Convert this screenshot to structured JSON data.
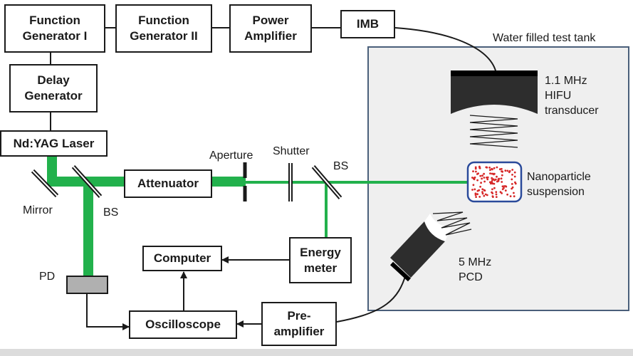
{
  "boxes": {
    "function_generator_1": "Function\nGenerator I",
    "function_generator_2": "Function\nGenerator II",
    "power_amplifier": "Power\nAmplifier",
    "imb": "IMB",
    "delay_generator": "Delay\nGenerator",
    "laser": "Nd:YAG Laser",
    "attenuator": "Attenuator",
    "computer": "Computer",
    "energy_meter": "Energy\nmeter",
    "oscilloscope": "Oscilloscope",
    "preamplifier": "Pre-\namplifier"
  },
  "labels": {
    "tank": "Water filled test tank",
    "hifu": "1.1 MHz\nHIFU\ntransducer",
    "nanoparticle": "Nanoparticle\nsuspension",
    "pcd": "5 MHz\nPCD",
    "aperture": "Aperture",
    "shutter": "Shutter",
    "bs_right": "BS",
    "bs_left": "BS",
    "mirror": "Mirror",
    "pd": "PD"
  },
  "colors": {
    "beam": "#22b14c",
    "tank_fill": "#efefef",
    "tank_border": "#4a5f7a",
    "particle": "#d62828"
  }
}
